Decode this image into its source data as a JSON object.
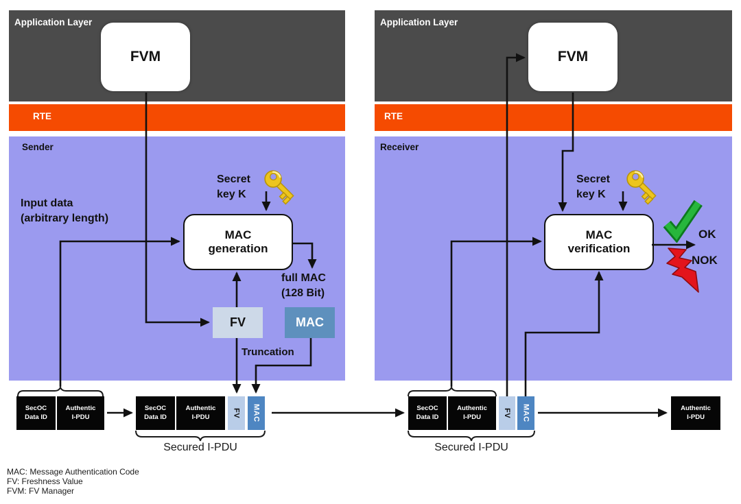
{
  "sender": {
    "app_layer_label": "Application Layer",
    "rte_label": "RTE",
    "zone_label": "Sender",
    "fvm_label": "FVM",
    "input_line1": "Input data",
    "input_line2": "(arbitrary length)",
    "secret_line1": "Secret",
    "secret_line2": "key K",
    "proc_line1": "MAC",
    "proc_line2": "generation",
    "fv_label": "FV",
    "mac_label": "MAC",
    "truncation_label": "Truncation",
    "full_mac_line1": "full MAC",
    "full_mac_line2": "(128 Bit)"
  },
  "receiver": {
    "app_layer_label": "Application Layer",
    "rte_label": "RTE",
    "zone_label": "Receiver",
    "fvm_label": "FVM",
    "secret_line1": "Secret",
    "secret_line2": "key K",
    "proc_line1": "MAC",
    "proc_line2": "verification",
    "ok_label": "OK",
    "nok_label": "NOK"
  },
  "pdu": {
    "secoc_line1": "SecOC",
    "secoc_line2": "Data ID",
    "auth_line1": "Authentic",
    "auth_line2": "I-PDU",
    "fv_slot": "FV",
    "mac_slot": "MAC",
    "secured_label": "Secured I-PDU"
  },
  "legend": {
    "lines": [
      "MAC: Message Authentication Code",
      "FV: Freshness Value",
      "FVM: FV Manager"
    ]
  },
  "icons": {
    "secret_key": "key-icon",
    "ok": "check-icon",
    "nok": "lightning-icon"
  },
  "colors": {
    "app_layer": "#4b4b4b",
    "rte": "#f54b01",
    "zone": "#9b9aef",
    "fv_light": "#cdd9e8",
    "fv_slot": "#b9cde8",
    "mac_blue": "#5e90bd",
    "mac_slot": "#4e86c2",
    "pdu_black": "#060606",
    "check_green": "#1ca32e",
    "bolt_red": "#e3141c",
    "key_gold": "#edc51e"
  }
}
